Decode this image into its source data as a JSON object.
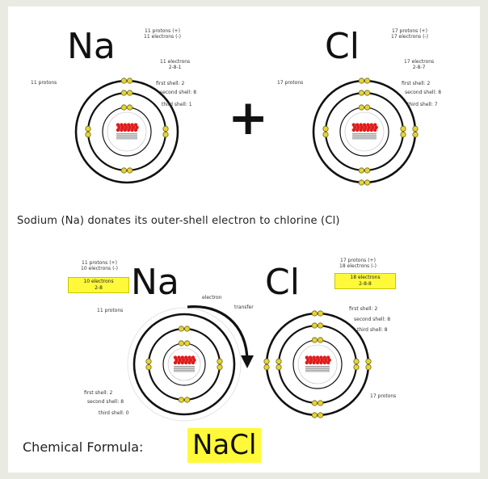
{
  "top": {
    "na": {
      "symbol": "Na",
      "corner_note": [
        "11 protons (+)",
        "11 electrons (-)"
      ],
      "protons_label": "11 protons",
      "electrons_label": "11 electrons",
      "config": "2-8-1",
      "shells": [
        "first shell: 2",
        "second shell: 8",
        "third shell: 1"
      ]
    },
    "plus": "+",
    "cl": {
      "symbol": "Cl",
      "corner_note": [
        "17 protons (+)",
        "17 electrons (-)"
      ],
      "protons_label": "17 protons",
      "electrons_label": "17 electrons",
      "config": "2-8-7",
      "shells": [
        "first shell: 2",
        "second shell: 8",
        "third shell: 7"
      ]
    }
  },
  "caption": "Sodium (Na) donates its outer-shell electron to chlorine (Cl)",
  "bottom": {
    "na": {
      "symbol": "Na",
      "corner_note": [
        "11 protons (+)",
        "10 electrons (-)"
      ],
      "box": [
        "10 electrons",
        "2-8"
      ],
      "protons_label": "11 protons",
      "shells": [
        "first shell: 2",
        "second shell: 8",
        "third shell: 0"
      ]
    },
    "transfer_label": [
      "electron",
      "transfer"
    ],
    "cl": {
      "symbol": "Cl",
      "corner_note": [
        "17 protons (+)",
        "18 electrons (-)"
      ],
      "box": [
        "18 electrons",
        "2-8-8"
      ],
      "protons_label": "17 protons",
      "shells": [
        "first shell: 2",
        "second shell: 8",
        "third shell: 8"
      ]
    }
  },
  "formula": {
    "label": "Chemical Formula:",
    "value": "NaCl"
  },
  "colors": {
    "electron": "#e8d23a",
    "electron_stroke": "#6b6a10",
    "nucleus_red": "#e01a1a",
    "nucleus_grey": "#9a9a9a",
    "highlight": "#fff93a"
  }
}
